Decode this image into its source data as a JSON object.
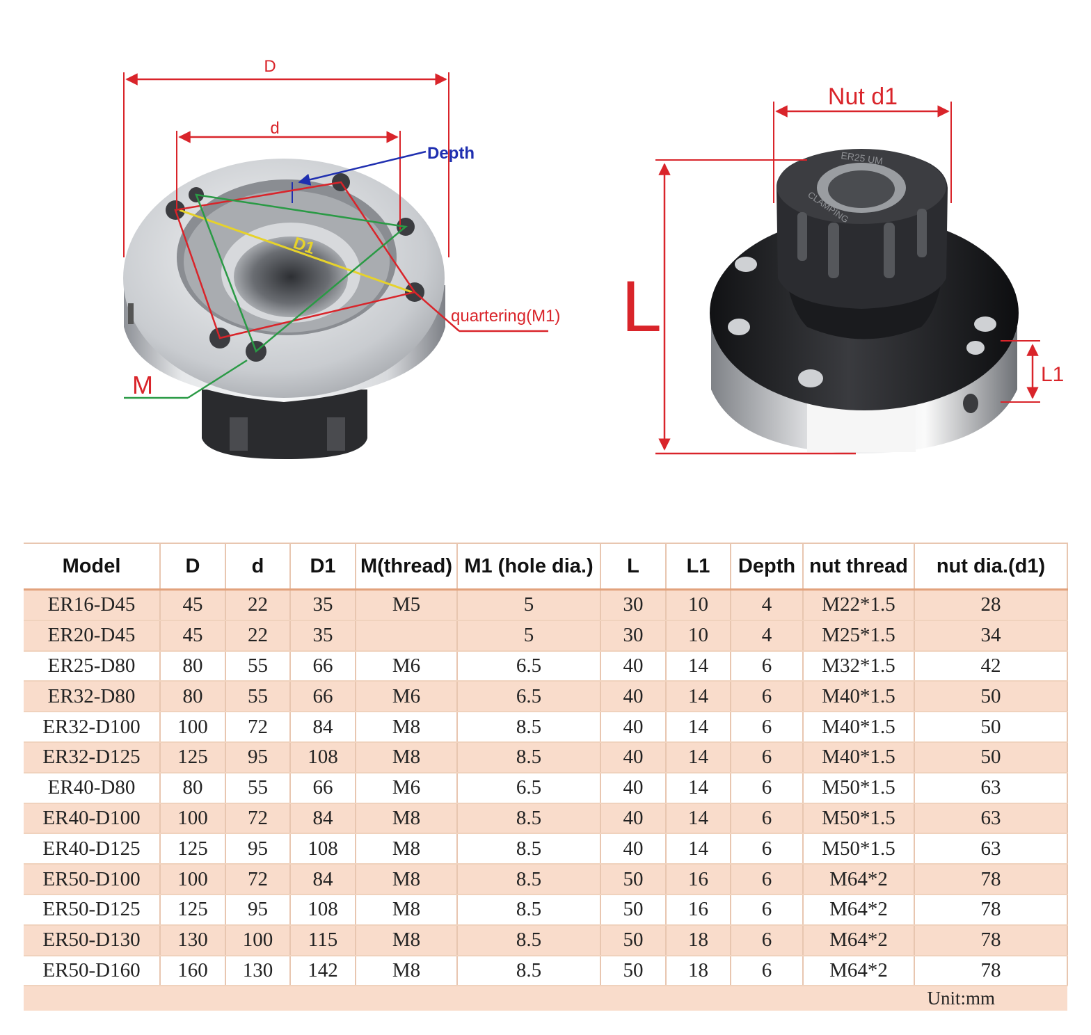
{
  "left_diagram": {
    "label_D": "D",
    "label_d": "d",
    "label_depth": "Depth",
    "label_D1": "D1",
    "label_quartering": "quartering(M1)",
    "label_M": "M"
  },
  "right_diagram": {
    "label_nut_d1": "Nut d1",
    "label_L": "L",
    "label_L1": "L1",
    "nut_engraving_top": "ER25 UM",
    "nut_engraving_side": "CLAMPING"
  },
  "table": {
    "headers": [
      "Model",
      "D",
      "d",
      "D1",
      "M(thread)",
      "M1 (hole dia.)",
      "L",
      "L1",
      "Depth",
      "nut thread",
      "nut dia.(d1)"
    ],
    "rows": [
      [
        "ER16-D45",
        "45",
        "22",
        "35",
        "M5",
        "5",
        "30",
        "10",
        "4",
        "M22*1.5",
        "28"
      ],
      [
        "ER20-D45",
        "45",
        "22",
        "35",
        "",
        "5",
        "30",
        "10",
        "4",
        "M25*1.5",
        "34"
      ],
      [
        "ER25-D80",
        "80",
        "55",
        "66",
        "M6",
        "6.5",
        "40",
        "14",
        "6",
        "M32*1.5",
        "42"
      ],
      [
        "ER32-D80",
        "80",
        "55",
        "66",
        "M6",
        "6.5",
        "40",
        "14",
        "6",
        "M40*1.5",
        "50"
      ],
      [
        "ER32-D100",
        "100",
        "72",
        "84",
        "M8",
        "8.5",
        "40",
        "14",
        "6",
        "M40*1.5",
        "50"
      ],
      [
        "ER32-D125",
        "125",
        "95",
        "108",
        "M8",
        "8.5",
        "40",
        "14",
        "6",
        "M40*1.5",
        "50"
      ],
      [
        "ER40-D80",
        "80",
        "55",
        "66",
        "M6",
        "6.5",
        "40",
        "14",
        "6",
        "M50*1.5",
        "63"
      ],
      [
        "ER40-D100",
        "100",
        "72",
        "84",
        "M8",
        "8.5",
        "40",
        "14",
        "6",
        "M50*1.5",
        "63"
      ],
      [
        "ER40-D125",
        "125",
        "95",
        "108",
        "M8",
        "8.5",
        "40",
        "14",
        "6",
        "M50*1.5",
        "63"
      ],
      [
        "ER50-D100",
        "100",
        "72",
        "84",
        "M8",
        "8.5",
        "50",
        "16",
        "6",
        "M64*2",
        "78"
      ],
      [
        "ER50-D125",
        "125",
        "95",
        "108",
        "M8",
        "8.5",
        "50",
        "16",
        "6",
        "M64*2",
        "78"
      ],
      [
        "ER50-D130",
        "130",
        "100",
        "115",
        "M8",
        "8.5",
        "50",
        "18",
        "6",
        "M64*2",
        "78"
      ],
      [
        "ER50-D160",
        "160",
        "130",
        "142",
        "M8",
        "8.5",
        "50",
        "18",
        "6",
        "M64*2",
        "78"
      ]
    ],
    "unit": "Unit:mm"
  },
  "colors": {
    "dimension_red": "#d9242a",
    "depth_blue": "#1f2fb0",
    "d1_yellow": "#e6d22b",
    "m_green": "#2a9a45",
    "row_shade": "#f9dccb",
    "steel": "#c9ccd0",
    "black_oxide": "#1f2023"
  }
}
